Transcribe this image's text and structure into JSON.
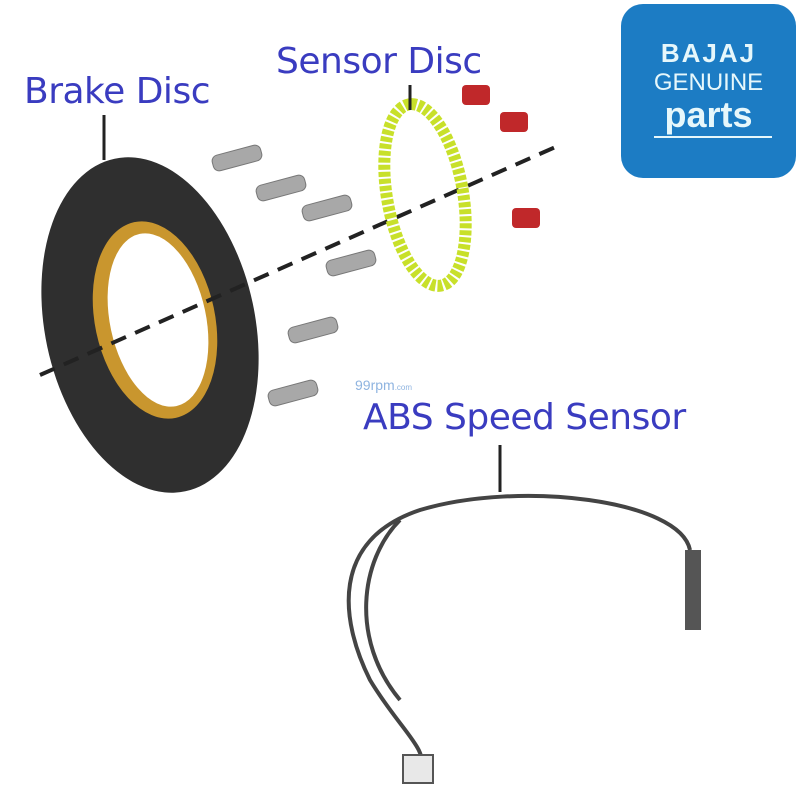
{
  "labels": {
    "brake_disc": "Brake Disc",
    "sensor_disc": "Sensor Disc",
    "abs_speed_sensor": "ABS Speed Sensor"
  },
  "watermark": {
    "main": "99rpm",
    "suffix": ".com"
  },
  "logo": {
    "line1": "BAJAJ",
    "line2": "GENUINE",
    "line3": "parts",
    "color": "#1c7cc4"
  },
  "colors": {
    "label": "#3a3cc0",
    "sensor_disc": "#c8e02a",
    "screws": "#c0282a",
    "disc": "#2e2e2e"
  }
}
